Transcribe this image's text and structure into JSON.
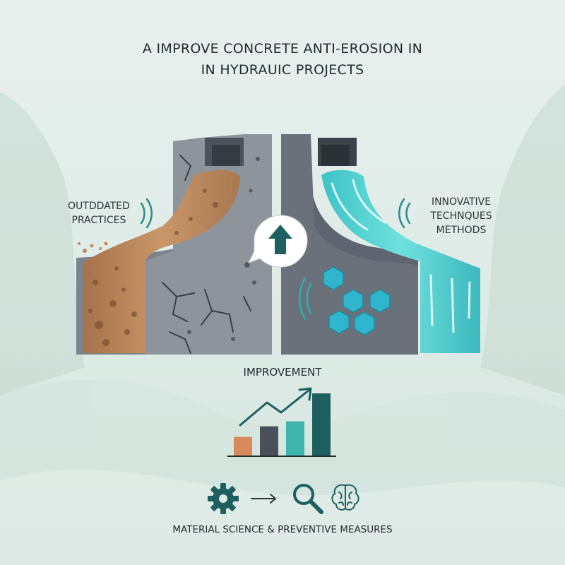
{
  "title": {
    "line1": "A IMPROVE CONCRETE ANTI-EROSION IN",
    "line2": "IN HYDRAUIC PROJECTS"
  },
  "left_panel": {
    "label_line1": "OUTDDATED",
    "label_line2": "PRACTICES"
  },
  "right_panel": {
    "label_line1": "INNOVATIVE",
    "label_line2": "TECHNQUES",
    "label_line3": "METHODS"
  },
  "center_icon": "arrow-up-icon",
  "improvement": {
    "label": "IMPROVEMENT",
    "bars": [
      {
        "value": 0.3,
        "color": "#d98a5d"
      },
      {
        "value": 0.47,
        "color": "#4a4f5c"
      },
      {
        "value": 0.55,
        "color": "#3fb5ad"
      },
      {
        "value": 1.0,
        "color": "#1e5f5f"
      }
    ],
    "trend_icon": "trend-arrow-icon"
  },
  "bottom": {
    "icons": [
      "gear-icon",
      "arrow-right-icon",
      "magnifier-icon",
      "brain-icon"
    ],
    "label": "MATERIAL SCIENCE & PREVENTIVE MEASURES"
  },
  "colors": {
    "accent_dark": "#1e5f5f",
    "water": "#4fd0d4",
    "sediment": "#b8855a",
    "concrete": "#7f858f"
  }
}
